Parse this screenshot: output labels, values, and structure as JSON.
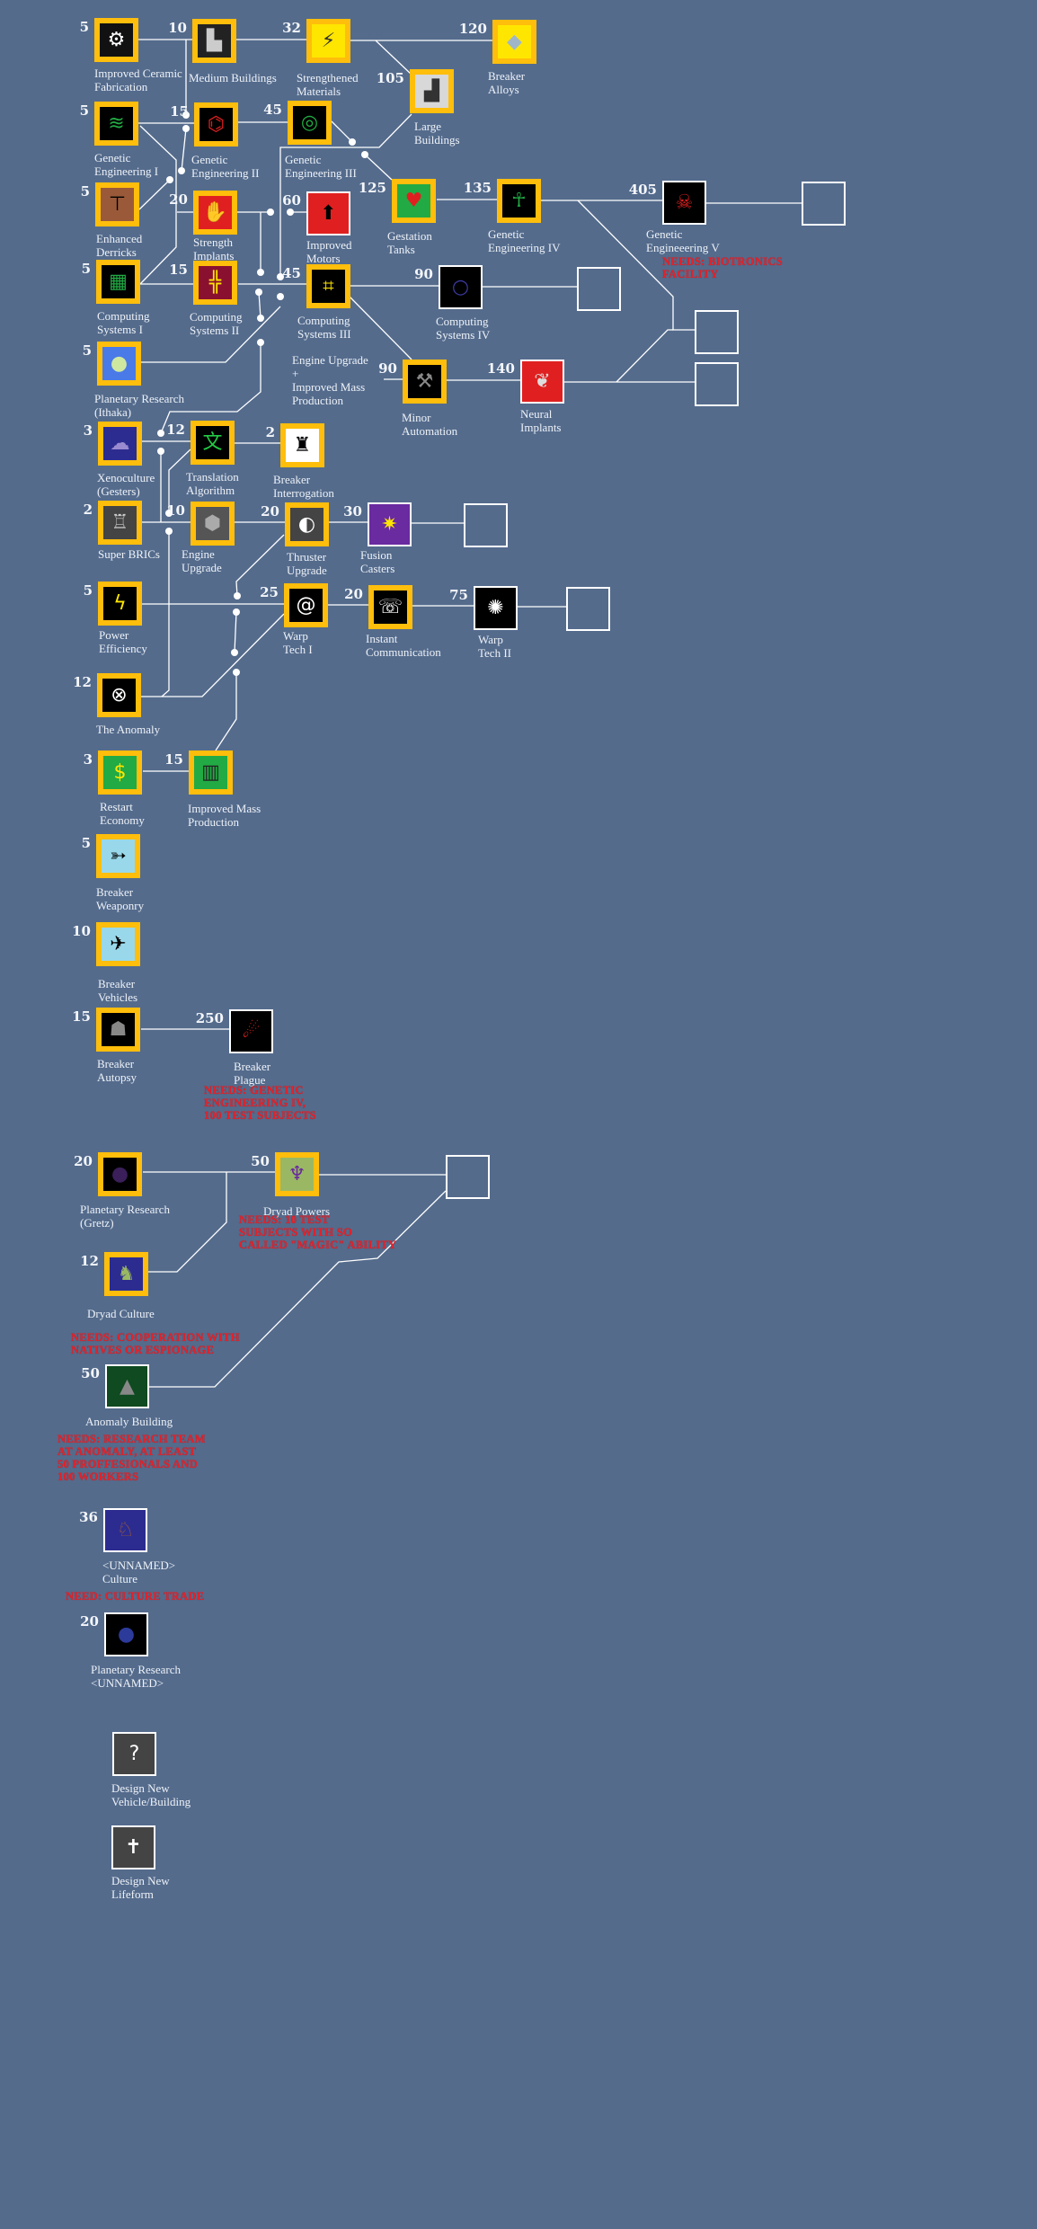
{
  "colors": {
    "background": "#546b8c",
    "border_researched": "#ffbe0b",
    "needs_text": "#e3232c",
    "line": "#ffffff"
  },
  "techs": [
    {
      "name": "Improved Ceramic\nFabrication",
      "cost": "5",
      "icon": "ceramic-gear-icon",
      "bg": "#111111",
      "glyph": "⚙",
      "fg": "#ffffff"
    },
    {
      "name": "Medium Buildings",
      "cost": "10",
      "icon": "city-buildings-icon",
      "bg": "#222222",
      "glyph": "▙",
      "fg": "#cccccc"
    },
    {
      "name": "Strengthened\nMaterials",
      "cost": "32",
      "icon": "crack-material-icon",
      "bg": "#ffe600",
      "glyph": "⚡",
      "fg": "#333333"
    },
    {
      "name": "Breaker\nAlloys",
      "cost": "120",
      "icon": "alloy-crystal-icon",
      "bg": "#ffe600",
      "glyph": "◆",
      "fg": "#9fb6c8"
    },
    {
      "name": "Large\nBuildings",
      "cost": "105",
      "icon": "tower-buildings-icon",
      "bg": "#d8d8d8",
      "glyph": "▟",
      "fg": "#333333"
    },
    {
      "name": "Genetic\nEngineering I",
      "cost": "5",
      "icon": "dna-strand-icon",
      "bg": "#000000",
      "glyph": "≋",
      "fg": "#22aa44"
    },
    {
      "name": "Genetic\nEngineering II",
      "cost": "15",
      "icon": "dna-molecule-icon",
      "bg": "#000000",
      "glyph": "⌬",
      "fg": "#e02020"
    },
    {
      "name": "Genetic\nEngineering III",
      "cost": "45",
      "icon": "cell-probe-icon",
      "bg": "#000000",
      "glyph": "◎",
      "fg": "#22aa44"
    },
    {
      "name": "Enhanced\nDerricks",
      "cost": "5",
      "icon": "derrick-drill-icon",
      "bg": "#9a5a3a",
      "glyph": "⊤",
      "fg": "#000000"
    },
    {
      "name": "Strength\nImplants",
      "cost": "20",
      "icon": "arm-implant-icon",
      "bg": "#e02020",
      "glyph": "✋",
      "fg": "#dddddd"
    },
    {
      "name": "Improved\nMotors",
      "cost": "60",
      "icon": "motor-gear-icon",
      "bg": "#e02020",
      "glyph": "⬆",
      "fg": "#000000"
    },
    {
      "name": "Gestation\nTanks",
      "cost": "125",
      "icon": "gestation-tank-icon",
      "bg": "#22aa44",
      "glyph": "♥",
      "fg": "#e02020"
    },
    {
      "name": "Genetic\nEngineering IV",
      "cost": "135",
      "icon": "dna-human-icon",
      "bg": "#000000",
      "glyph": "☥",
      "fg": "#22aa44"
    },
    {
      "name": "Genetic\nEngineeering V",
      "cost": "405",
      "icon": "dna-creature-icon",
      "bg": "#000000",
      "glyph": "☠",
      "fg": "#e02020",
      "needs": "NEEDS: BIOTRONICS\nFACILITY"
    },
    {
      "name": "Computing\nSystems I",
      "cost": "5",
      "icon": "circuit-board-icon",
      "bg": "#000000",
      "glyph": "▦",
      "fg": "#22aa44"
    },
    {
      "name": "Computing\nSystems II",
      "cost": "15",
      "icon": "circuit-chip-icon",
      "bg": "#8a1030",
      "glyph": "╬",
      "fg": "#ffe600"
    },
    {
      "name": "Computing\nSystems III",
      "cost": "45",
      "icon": "circuit-complex-icon",
      "bg": "#000000",
      "glyph": "⌗",
      "fg": "#ffe600"
    },
    {
      "name": "Computing\nSystems IV",
      "cost": "90",
      "icon": "circuit-nodes-icon",
      "bg": "#000000",
      "glyph": "○",
      "fg": "#3a3aa0"
    },
    {
      "name": "Planetary Research\n(Ithaka)",
      "cost": "5",
      "icon": "planet-ithaka-icon",
      "bg": "#4a7ae8",
      "glyph": "●",
      "fg": "#cfe8a0"
    },
    {
      "name": "Minor\nAutomation",
      "cost": "90",
      "icon": "robot-arm-icon",
      "bg": "#000000",
      "glyph": "⚒",
      "fg": "#888888"
    },
    {
      "name": "Neural\nImplants",
      "cost": "140",
      "icon": "brain-icon",
      "bg": "#e02020",
      "glyph": "❦",
      "fg": "#dddddd"
    },
    {
      "name": "Xenoculture\n(Gesters)",
      "cost": "3",
      "icon": "gester-alien-icon",
      "bg": "#2c2c90",
      "glyph": "☁",
      "fg": "#9a8ad0"
    },
    {
      "name": "Translation\nAlgorithm",
      "cost": "12",
      "icon": "translate-text-icon",
      "bg": "#000000",
      "glyph": "文",
      "fg": "#22cc44"
    },
    {
      "name": "Breaker\nInterrogation",
      "cost": "2",
      "icon": "interrogation-figure-icon",
      "bg": "#ffffff",
      "glyph": "♜",
      "fg": "#000000"
    },
    {
      "name": "Super BRICs",
      "cost": "2",
      "icon": "bric-robot-icon",
      "bg": "#444444",
      "glyph": "♖",
      "fg": "#cccccc"
    },
    {
      "name": "Engine\nUpgrade",
      "cost": "10",
      "icon": "engine-icon",
      "bg": "#555555",
      "glyph": "⬢",
      "fg": "#aaaaaa"
    },
    {
      "name": "Thruster\nUpgrade",
      "cost": "20",
      "icon": "thruster-icon",
      "bg": "#444444",
      "glyph": "◐",
      "fg": "#ffffff"
    },
    {
      "name": "Fusion\nCasters",
      "cost": "30",
      "icon": "fusion-blast-icon",
      "bg": "#6a2aa0",
      "glyph": "✷",
      "fg": "#ffe600"
    },
    {
      "name": "Power\nEfficiency",
      "cost": "5",
      "icon": "lightning-bolt-icon",
      "bg": "#000000",
      "glyph": "ϟ",
      "fg": "#ffe600"
    },
    {
      "name": "Warp\nTech I",
      "cost": "25",
      "icon": "spiral-warp-icon",
      "bg": "#000000",
      "glyph": "@",
      "fg": "#ffffff"
    },
    {
      "name": "Instant\nCommunication",
      "cost": "20",
      "icon": "communicator-icon",
      "bg": "#000000",
      "glyph": "☏",
      "fg": "#ffffff"
    },
    {
      "name": "Warp\nTech II",
      "cost": "75",
      "icon": "starburst-icon",
      "bg": "#000000",
      "glyph": "✺",
      "fg": "#ffffff"
    },
    {
      "name": "The Anomaly",
      "cost": "12",
      "icon": "anomaly-wheel-icon",
      "bg": "#000000",
      "glyph": "⊗",
      "fg": "#ffffff"
    },
    {
      "name": "Restart\nEconomy",
      "cost": "3",
      "icon": "dollar-sign-icon",
      "bg": "#22aa44",
      "glyph": "$",
      "fg": "#ffe600"
    },
    {
      "name": "Improved Mass\nProduction",
      "cost": "15",
      "icon": "factory-line-icon",
      "bg": "#22aa44",
      "glyph": "▥",
      "fg": "#222222"
    },
    {
      "name": "Breaker\nWeaponry",
      "cost": "5",
      "icon": "breaker-weapon-icon",
      "bg": "#99d8ea",
      "glyph": "➳",
      "fg": "#000000"
    },
    {
      "name": "Breaker\nVehicles",
      "cost": "10",
      "icon": "breaker-vehicle-icon",
      "bg": "#99d8ea",
      "glyph": "✈",
      "fg": "#000000"
    },
    {
      "name": "Breaker\nAutopsy",
      "cost": "15",
      "icon": "breaker-corpse-icon",
      "bg": "#000000",
      "glyph": "☗",
      "fg": "#888888"
    },
    {
      "name": "Breaker\nPlague",
      "cost": "250",
      "icon": "plague-claw-icon",
      "bg": "#000000",
      "glyph": "☄",
      "fg": "#e02020",
      "needs": "NEEDS: GENETIC\nENGINEERING IV,\n100 TEST SUBJECTS"
    },
    {
      "name": "Planetary Research\n(Gretz)",
      "cost": "20",
      "icon": "planet-gretz-icon",
      "bg": "#000000",
      "glyph": "●",
      "fg": "#3a1f5a"
    },
    {
      "name": "Dryad Powers",
      "cost": "50",
      "icon": "dryad-powers-icon",
      "bg": "#9ab864",
      "glyph": "♆",
      "fg": "#6a2aa0",
      "needs": "NEEDS: 10 TEST\nSUBJECTS WITH SO\nCALLED \"MAGIC\" ABILITY"
    },
    {
      "name": "Dryad Culture",
      "cost": "12",
      "icon": "dryad-creature-icon",
      "bg": "#2c2c90",
      "glyph": "♞",
      "fg": "#9ab864",
      "needs": "NEEDS: COOPERATION WITH\nNATIVES OR ESPIONAGE"
    },
    {
      "name": "Anomaly Building",
      "cost": "50",
      "icon": "anomaly-building-icon",
      "bg": "#0f4a20",
      "glyph": "▲",
      "fg": "#888888",
      "needs": "NEEDS: RESEARCH TEAM\nAT ANOMALY, AT LEAST\n50 PROFFESIONALS AND\n100 WORKERS"
    },
    {
      "name": "<UNNAMED>\nCulture",
      "cost": "36",
      "icon": "unnamed-creature-icon",
      "bg": "#2c2c90",
      "glyph": "♘",
      "fg": "#9a5a3a",
      "needs": "NEED: CULTURE TRADE"
    },
    {
      "name": "Planetary Research\n<UNNAMED>",
      "cost": "20",
      "icon": "planet-unnamed-icon",
      "bg": "#000000",
      "glyph": "●",
      "fg": "#2c3a9a"
    },
    {
      "name": "Design New\nVehicle/Building",
      "icon": "gear-question-icon",
      "bg": "#444444",
      "glyph": "?",
      "fg": "#ffffff"
    },
    {
      "name": "Design New\nLifeform",
      "icon": "figure-question-icon",
      "bg": "#444444",
      "glyph": "✝",
      "fg": "#ffffff"
    }
  ],
  "notes": {
    "minor_automation_requirement": "Engine Upgrade\n+\nImproved Mass\nProduction"
  }
}
